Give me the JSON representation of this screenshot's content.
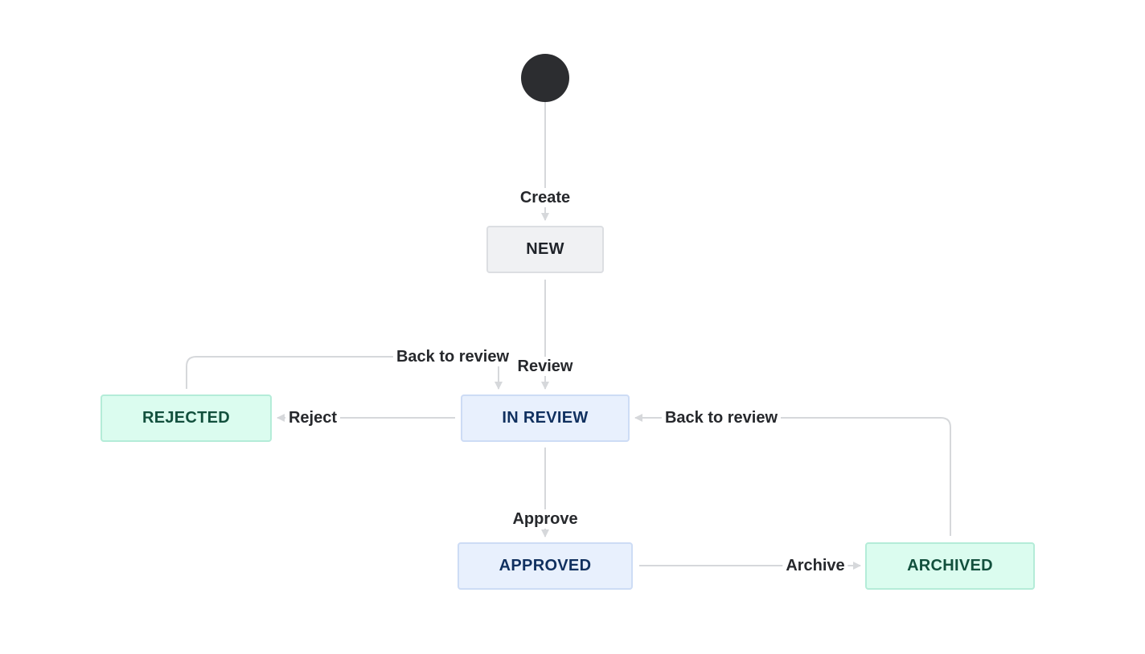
{
  "colors": {
    "start_node": "#2c2d30",
    "edge": "#d6d8db",
    "arrow": "#d6d8db",
    "gray_status_fill": "#f0f1f3",
    "blue_status_fill": "#e8f0fd",
    "green_status_fill": "#dbfcef",
    "blue_status_text": "#10305f",
    "green_status_text": "#12503d"
  },
  "statuses": {
    "new": "NEW",
    "in_review": "IN REVIEW",
    "rejected": "REJECTED",
    "approved": "APPROVED",
    "archived": "ARCHIVED"
  },
  "transitions": {
    "create": "Create",
    "review": "Review",
    "reject": "Reject",
    "approve": "Approve",
    "archive": "Archive",
    "back_to_review_rejected": "Back to review",
    "back_to_review_archived": "Back to review"
  }
}
